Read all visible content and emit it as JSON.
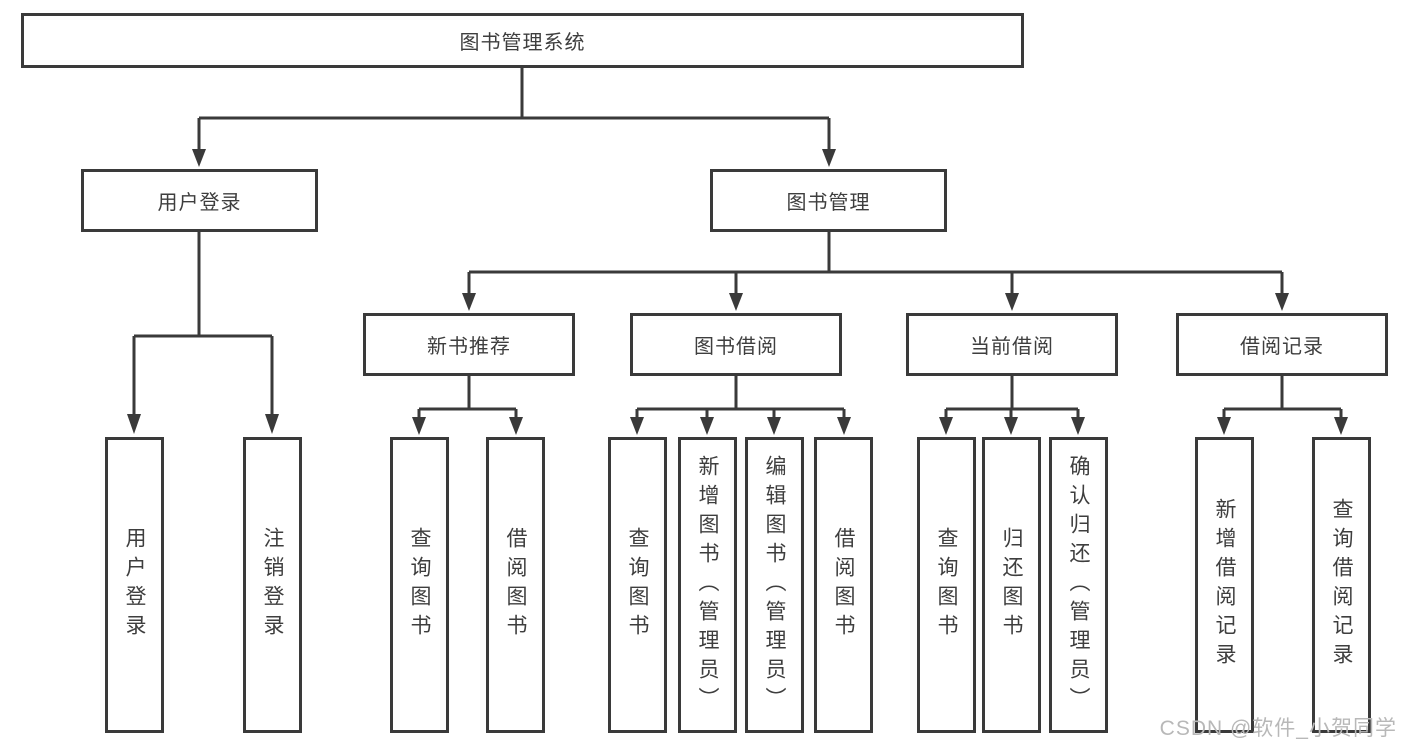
{
  "title": {
    "root": "图书管理系统"
  },
  "level2": {
    "user_login": "用户登录",
    "book_management": "图书管理"
  },
  "level3": {
    "new_book_recommend": "新书推荐",
    "book_borrow": "图书借阅",
    "current_borrow": "当前借阅",
    "borrow_records": "借阅记录"
  },
  "leaves": {
    "user": [
      "用户登录",
      "注销登录"
    ],
    "recommend": [
      "查询图书",
      "借阅图书"
    ],
    "borrow": [
      "查询图书",
      "新增图书（管理员）",
      "编辑图书（管理员）",
      "借阅图书"
    ],
    "current": [
      "查询图书",
      "归还图书",
      "确认归还（管理员）"
    ],
    "records": [
      "新增借阅记录",
      "查询借阅记录"
    ]
  },
  "watermark": "CSDN @软件_小贺同学",
  "colors": {
    "line": "#3a3a3a",
    "text": "#3e3e3e",
    "watermark": "#b8b8b8",
    "background": "#ffffff"
  }
}
